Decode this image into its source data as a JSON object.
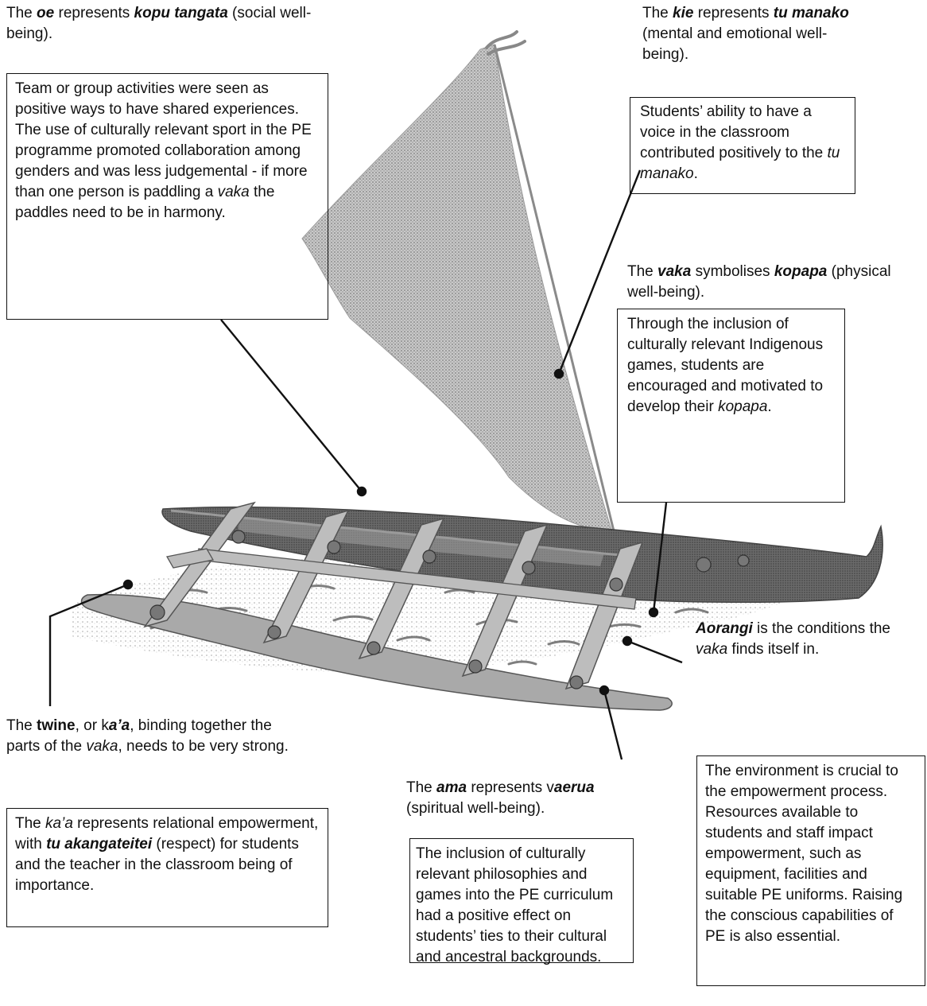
{
  "labels": {
    "oe": [
      {
        "t": "The ",
        "s": ""
      },
      {
        "t": "oe",
        "s": "bi"
      },
      {
        "t": " represents ",
        "s": ""
      },
      {
        "t": "kopu tangata",
        "s": "bi"
      },
      {
        "t": " (social well-being).",
        "s": ""
      }
    ],
    "kie": [
      {
        "t": "The ",
        "s": ""
      },
      {
        "t": "kie",
        "s": "bi"
      },
      {
        "t": " represents ",
        "s": ""
      },
      {
        "t": "tu manako",
        "s": "bi"
      },
      {
        "t": " (mental and emotional well-being).",
        "s": ""
      }
    ],
    "vaka": [
      {
        "t": "The ",
        "s": ""
      },
      {
        "t": "vaka",
        "s": "bi"
      },
      {
        "t": " symbolises ",
        "s": ""
      },
      {
        "t": "kopapa",
        "s": "bi"
      },
      {
        "t": " (physical well-being).",
        "s": ""
      }
    ],
    "aorangi": [
      {
        "t": "Aorangi",
        "s": "bi"
      },
      {
        "t": " is the conditions the ",
        "s": ""
      },
      {
        "t": "vaka",
        "s": "i"
      },
      {
        "t": " finds itself in.",
        "s": ""
      }
    ],
    "twine": [
      {
        "t": "The ",
        "s": ""
      },
      {
        "t": "twine",
        "s": "b"
      },
      {
        "t": ", or k",
        "s": ""
      },
      {
        "t": "a’a",
        "s": "bi"
      },
      {
        "t": ", binding together the parts of the ",
        "s": ""
      },
      {
        "t": "vaka",
        "s": "i"
      },
      {
        "t": ", needs to be very strong.",
        "s": ""
      }
    ],
    "ama": [
      {
        "t": "The ",
        "s": ""
      },
      {
        "t": "ama",
        "s": "bi"
      },
      {
        "t": " represents v",
        "s": ""
      },
      {
        "t": "aerua",
        "s": "bi"
      },
      {
        "t": " (spiritual well-being).",
        "s": ""
      }
    ]
  },
  "boxes": {
    "team": [
      {
        "t": "Team or group activities were seen as positive ways to have shared experiences. The use of culturally relevant sport in the PE programme promoted collaboration among genders and was less judgemental - if more than one person is paddling a ",
        "s": ""
      },
      {
        "t": "vaka",
        "s": "i"
      },
      {
        "t": " the paddles need to be in harmony.",
        "s": ""
      }
    ],
    "voice": [
      {
        "t": "Students’ ability to have a voice in the classroom contributed positively to the ",
        "s": ""
      },
      {
        "t": "tu manako",
        "s": "i"
      },
      {
        "t": ".",
        "s": ""
      }
    ],
    "games": [
      {
        "t": "Through the inclusion of culturally relevant Indigenous games, students are encouraged and motivated to develop their ",
        "s": ""
      },
      {
        "t": "kopapa",
        "s": "i"
      },
      {
        "t": ".",
        "s": ""
      }
    ],
    "kaa": [
      {
        "t": "The ",
        "s": ""
      },
      {
        "t": "ka’a",
        "s": "i"
      },
      {
        "t": " represents relational empowerment, with ",
        "s": ""
      },
      {
        "t": "tu akangateitei",
        "s": "bi"
      },
      {
        "t": " (respect) for students and the teacher in the classroom being of importance.",
        "s": ""
      }
    ],
    "philosophies": [
      {
        "t": "The inclusion of culturally relevant philosophies and games into the PE curriculum had a positive effect on students’ ties to their cultural and ancestral backgrounds.",
        "s": ""
      }
    ],
    "environment": [
      {
        "t": "The environment is crucial to the empowerment process. Resources available to students and staff impact empowerment, such as equipment, facilities and suitable PE uniforms. Raising the conscious capabilities of PE is also essential.",
        "s": ""
      }
    ]
  }
}
